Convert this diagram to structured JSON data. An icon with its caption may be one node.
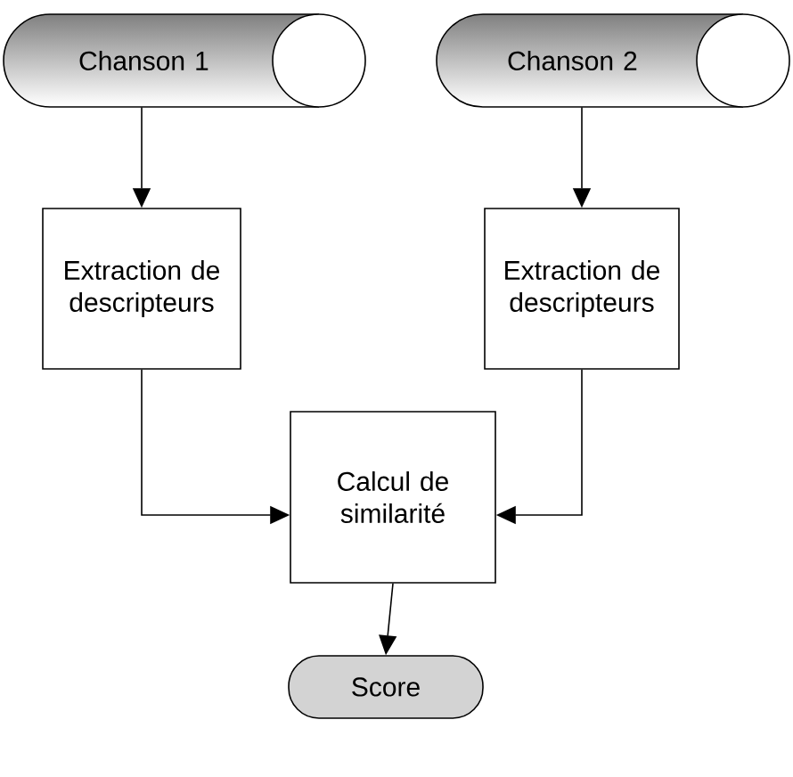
{
  "diagram": {
    "nodes": [
      {
        "text": [
          "Chanson 1"
        ]
      },
      {
        "text": [
          "Chanson 2"
        ]
      },
      {
        "text": [
          "Extraction de descripteurs"
        ]
      },
      {
        "text": [
          "Extraction de descripteurs"
        ]
      },
      {
        "text": [
          "Calcul de similarité"
        ]
      },
      {
        "text": [
          "Score"
        ]
      }
    ],
    "edges": [
      {
        "from": 0,
        "to": 2,
        "arrow": "to"
      },
      {
        "from": 1,
        "to": 3,
        "arrow": "to"
      },
      {
        "from": 2,
        "to": 4,
        "arrow": "to"
      },
      {
        "from": 3,
        "to": 4,
        "arrow": "to"
      },
      {
        "from": 4,
        "to": 5,
        "arrow": "to"
      }
    ]
  }
}
